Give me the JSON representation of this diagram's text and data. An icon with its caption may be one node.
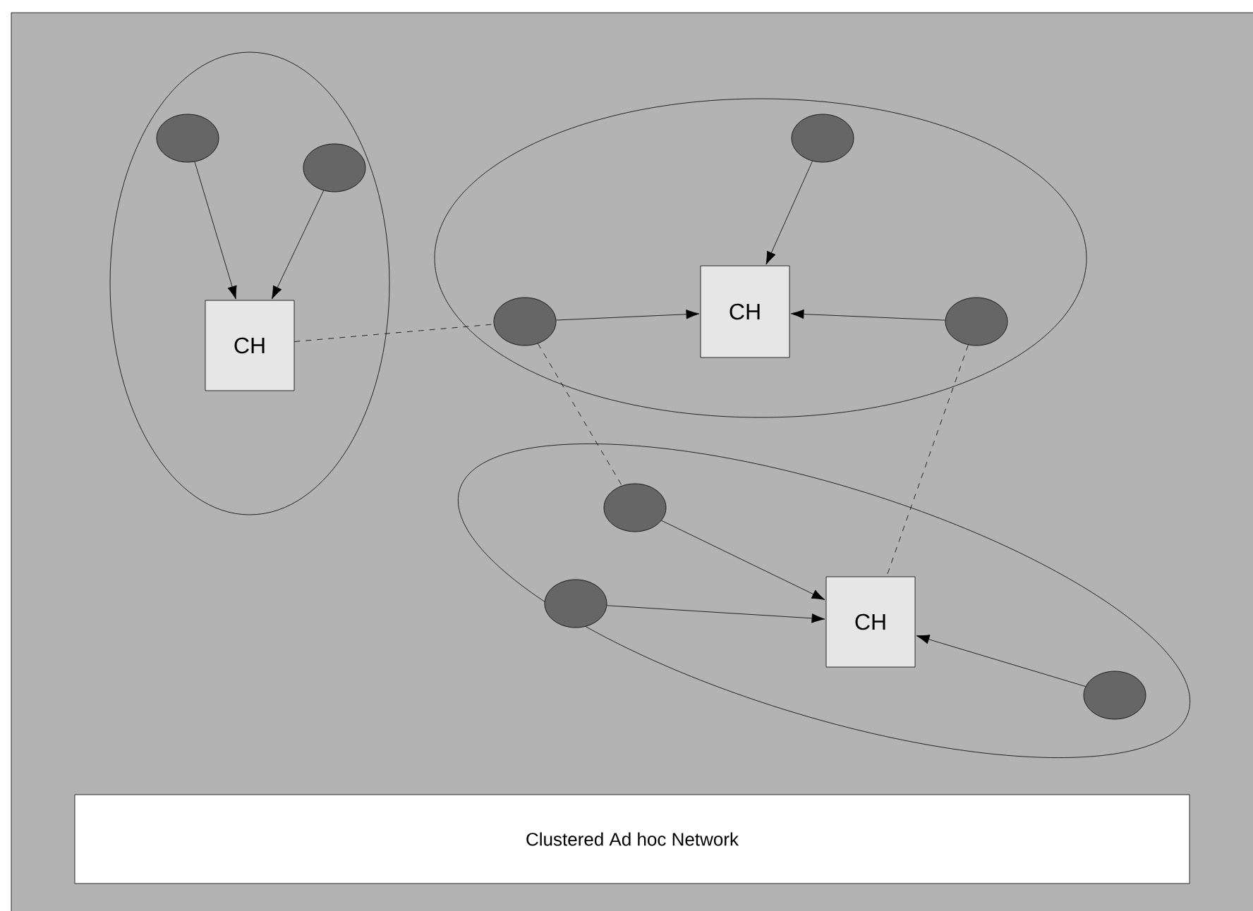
{
  "diagram": {
    "nodes": [
      {
        "text": [],
        "shape": "ellipse"
      },
      {
        "text": [],
        "shape": "circle",
        "in": 0
      },
      {
        "text": [],
        "shape": "circle",
        "in": 0
      },
      {
        "text": [
          "CH"
        ],
        "in": 0
      },
      {
        "text": [],
        "shape": "ellipse"
      },
      {
        "text": [],
        "shape": "circle",
        "in": 4
      },
      {
        "text": [
          "CH"
        ],
        "in": 4
      },
      {
        "text": [],
        "shape": "circle",
        "in": 4
      },
      {
        "text": [],
        "shape": "circle",
        "in": 4
      },
      {
        "text": [],
        "shape": "ellipse"
      },
      {
        "text": [],
        "shape": "circle",
        "in": 9
      },
      {
        "text": [],
        "shape": "circle",
        "in": 9
      },
      {
        "text": [
          "CH"
        ],
        "in": 9
      },
      {
        "text": [],
        "shape": "circle",
        "in": 9
      },
      {
        "text": [
          "Clustered Ad hoc Network"
        ]
      }
    ],
    "edges": [
      {
        "from": 1,
        "to": 3,
        "arrow": "to"
      },
      {
        "from": 2,
        "to": 3,
        "arrow": "to"
      },
      {
        "from": 5,
        "to": 6,
        "arrow": "to"
      },
      {
        "from": 7,
        "to": 6,
        "arrow": "to"
      },
      {
        "from": 8,
        "to": 6,
        "arrow": "to"
      },
      {
        "from": 10,
        "to": 12,
        "arrow": "to"
      },
      {
        "from": 11,
        "to": 12,
        "arrow": "to"
      },
      {
        "from": 13,
        "to": 12,
        "arrow": "to"
      },
      {
        "from": 3,
        "to": 7,
        "arrow": "none",
        "style": "dashed"
      },
      {
        "from": 7,
        "to": 10,
        "arrow": "none",
        "style": "dashed"
      },
      {
        "from": 8,
        "to": 12,
        "arrow": "none",
        "style": "dashed"
      }
    ]
  }
}
